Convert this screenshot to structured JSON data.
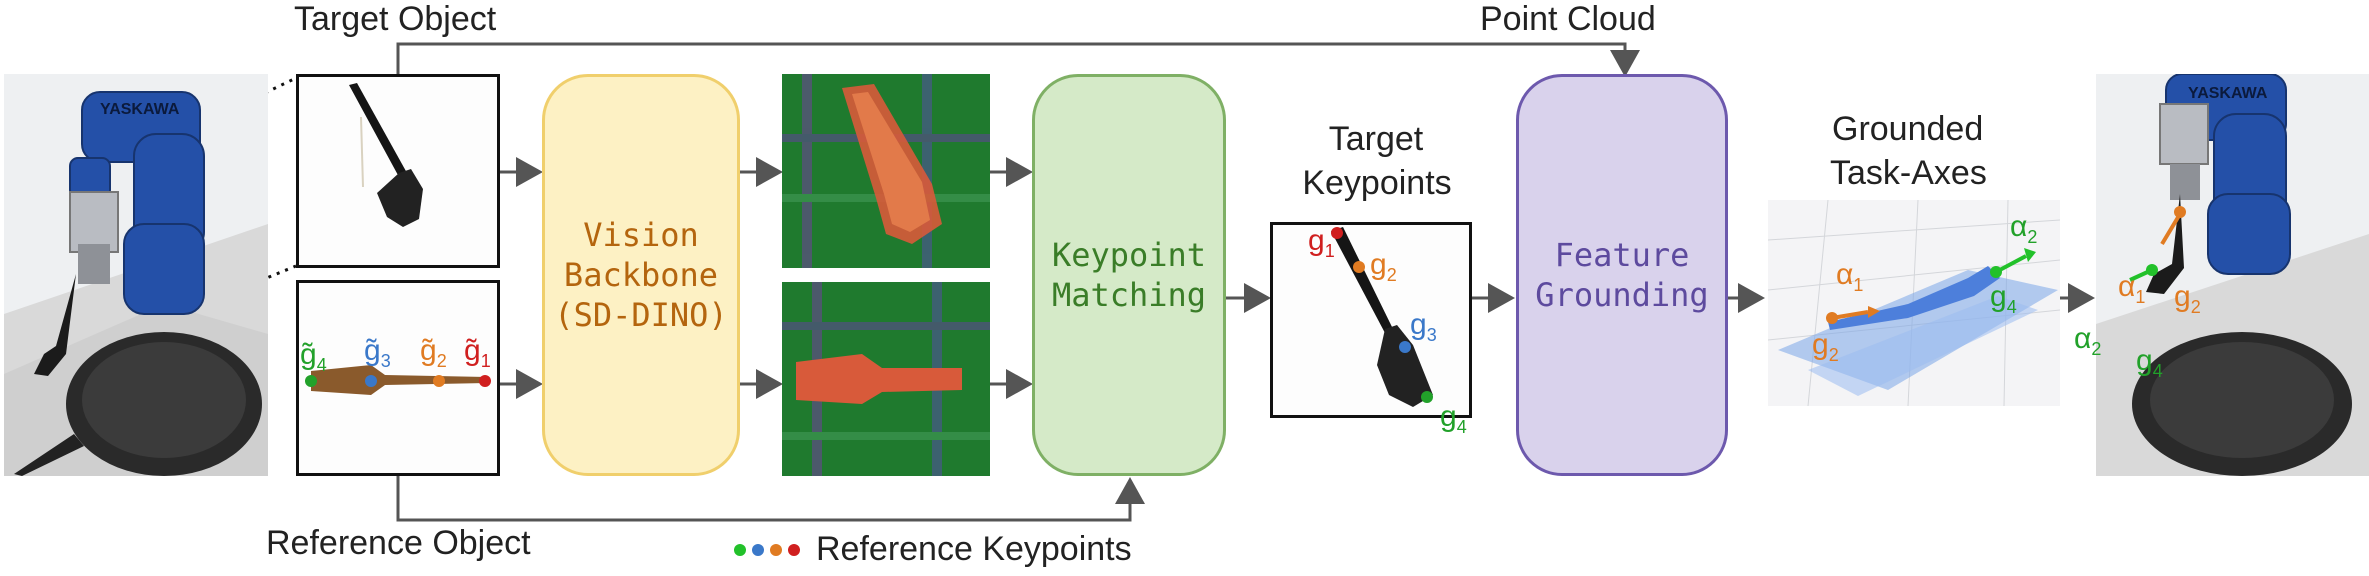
{
  "labels": {
    "target_object": "Target Object",
    "point_cloud": "Point Cloud",
    "reference_object": "Reference Object",
    "reference_keypoints": "Reference Keypoints",
    "target_keypoints_line1": "Target",
    "target_keypoints_line2": "Keypoints",
    "grounded_line1": "Grounded",
    "grounded_line2": "Task-Axes"
  },
  "blocks": {
    "vision_line1": "Vision",
    "vision_line2": "Backbone",
    "vision_line3": "(SD-DINO)",
    "matching_line1": "Keypoint",
    "matching_line2": "Matching",
    "grounding_line1": "Feature",
    "grounding_line2": "Grounding"
  },
  "keypoints": {
    "reference": [
      {
        "id": "g4",
        "label": "g̃",
        "sub": "4",
        "color": "#22a12a"
      },
      {
        "id": "g3",
        "label": "g̃",
        "sub": "3",
        "color": "#3a78c9"
      },
      {
        "id": "g2",
        "label": "g̃",
        "sub": "2",
        "color": "#e07b22"
      },
      {
        "id": "g1",
        "label": "g̃",
        "sub": "1",
        "color": "#d01f1f"
      }
    ],
    "target": [
      {
        "id": "g1",
        "label": "g",
        "sub": "1",
        "color": "#d01f1f"
      },
      {
        "id": "g2",
        "label": "g",
        "sub": "2",
        "color": "#e07b22"
      },
      {
        "id": "g3",
        "label": "g",
        "sub": "3",
        "color": "#3a78c9"
      },
      {
        "id": "g4",
        "label": "g",
        "sub": "4",
        "color": "#22a12a"
      }
    ],
    "axes": [
      {
        "id": "a1",
        "label": "α",
        "sub": "1",
        "color": "#e07b22"
      },
      {
        "id": "a2",
        "label": "α",
        "sub": "2",
        "color": "#22a12a"
      }
    ]
  },
  "colors": {
    "vision_fill": "#fdf1c4",
    "vision_stroke": "#f0cf6c",
    "vision_text": "#b4650e",
    "matching_fill": "#d5eac8",
    "matching_stroke": "#7fb065",
    "matching_text": "#3a7d28",
    "grounding_fill": "#d9d2ec",
    "grounding_stroke": "#6d59ad",
    "grounding_text": "#5d4a9e",
    "robot_blue": "#2450a8"
  }
}
